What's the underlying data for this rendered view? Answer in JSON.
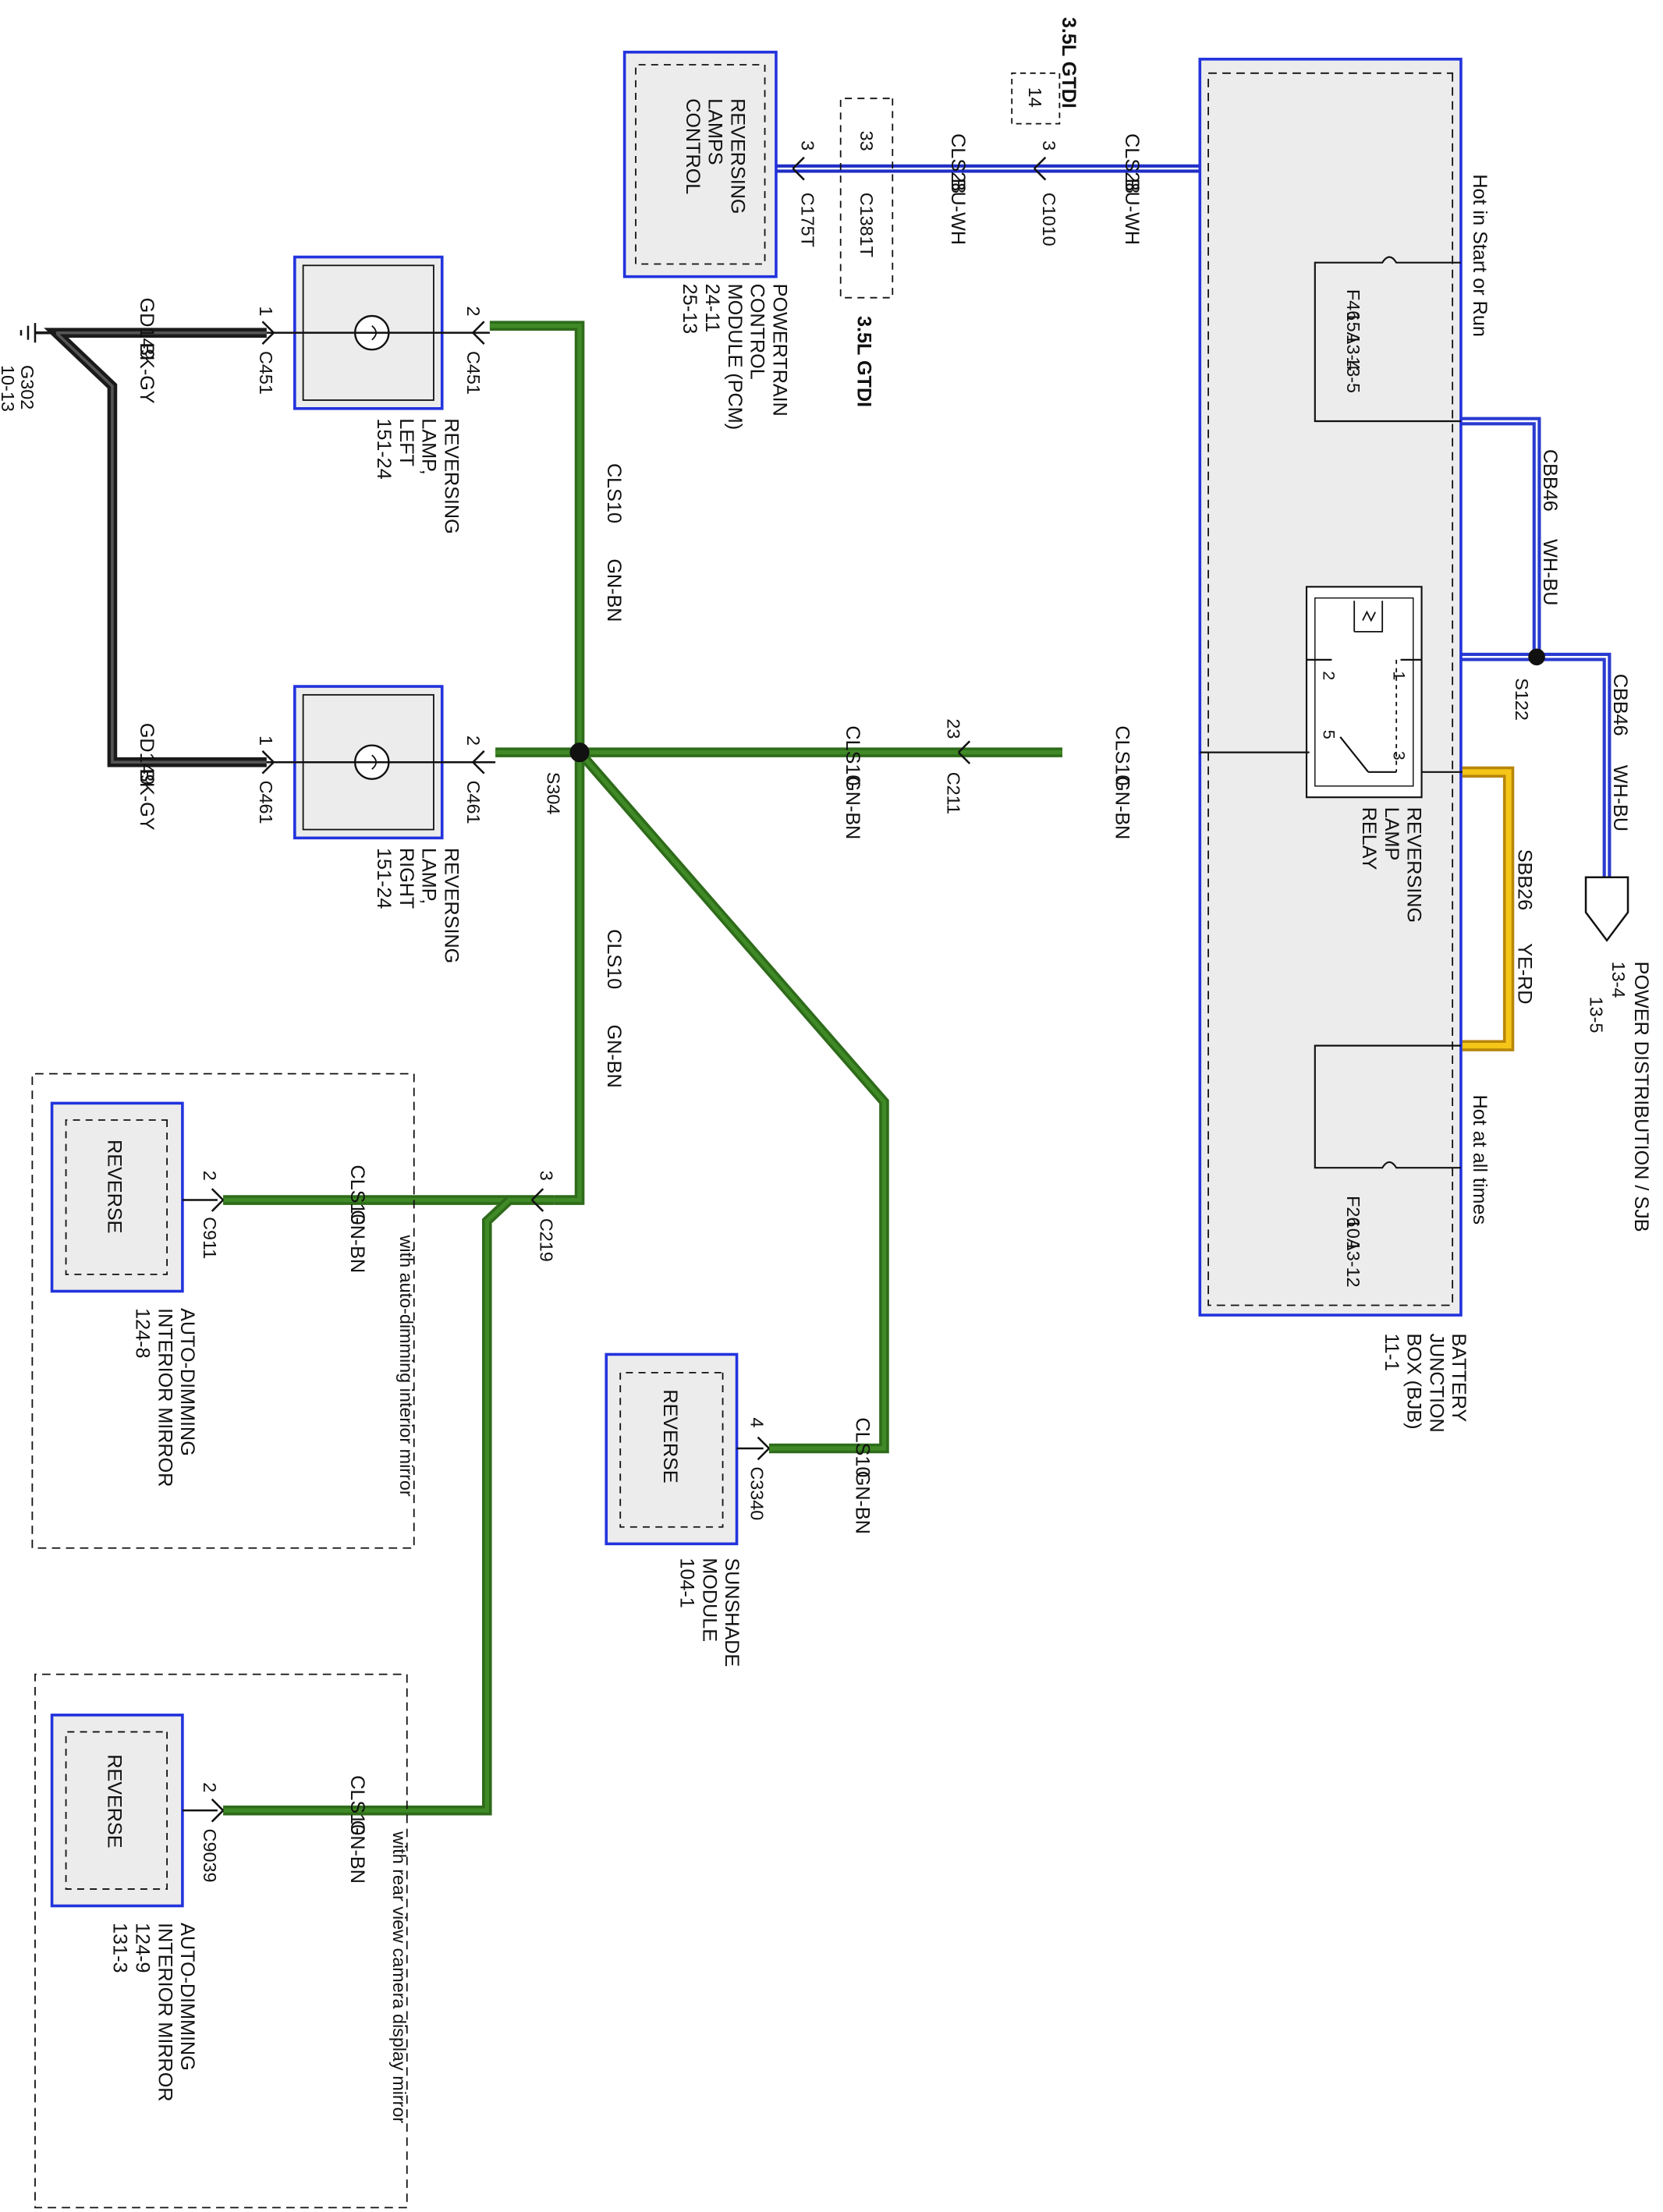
{
  "colors": {
    "gn_bn": "#2e6b1a",
    "bk_gy": "#1a1a1a",
    "bu_wh": "#1f2ec4",
    "wh_bu": "#2a3bd0",
    "ye_rd": "#f5c518",
    "box_border": "#2233dd",
    "box_fill": "#ececec"
  },
  "components": {
    "pcm": {
      "inner_label": [
        "REVERSING",
        "LAMPS",
        "CONTROL"
      ],
      "name_lines": [
        "POWERTRAIN",
        "CONTROL",
        "MODULE (PCM)",
        "24-11",
        "25-13"
      ],
      "pin": "3",
      "connector": "C175T"
    },
    "connector_c1381": {
      "pin": "33",
      "connector": "C1381T",
      "variant": "3.5L GTDI"
    },
    "connector_c1010": {
      "pin": "3",
      "connector": "C1010",
      "variant": "3.5L GTDI",
      "alt_pin": "14"
    },
    "lamp_left": {
      "name_lines": [
        "REVERSING",
        "LAMP,",
        "LEFT",
        "151-24"
      ],
      "pin_in": "2",
      "conn_in": "C451",
      "pin_out": "1",
      "conn_out": "C451"
    },
    "lamp_right": {
      "name_lines": [
        "REVERSING",
        "LAMP,",
        "RIGHT",
        "151-24"
      ],
      "pin_in": "2",
      "conn_in": "C461",
      "pin_out": "1",
      "conn_out": "C461"
    },
    "ground": {
      "name": "G302",
      "page": "10-13"
    },
    "splice_s304": "S304",
    "splice_s122": "S122",
    "c211": {
      "pin": "23",
      "connector": "C211"
    },
    "c219": {
      "pin": "3",
      "connector": "C219"
    },
    "bjb": {
      "name_lines": [
        "BATTERY",
        "JUNCTION",
        "BOX (BJB)",
        "11-1"
      ],
      "hot_start_run": "Hot in Start or Run",
      "hot_all_times": "Hot at all times",
      "f46": [
        "F46",
        "15A",
        "13-4",
        "13-5"
      ],
      "f26": [
        "F26",
        "10A",
        "13-12"
      ],
      "relay_name": [
        "REVERSING",
        "LAMP",
        "RELAY"
      ],
      "relay_pins": {
        "p1": "1",
        "p2": "2",
        "p3": "3",
        "p5": "5"
      }
    },
    "power_dist": {
      "name": "POWER DISTRIBUTION / SJB",
      "pages": [
        "13-4",
        "13-5"
      ]
    },
    "mirror1": {
      "inner_label": "REVERSE",
      "name_lines": [
        "AUTO-DIMMING",
        "INTERIOR MIRROR",
        "124-8"
      ],
      "pin": "2",
      "connector": "C911",
      "option": "with auto-dimming interior mirror"
    },
    "sunshade": {
      "inner_label": "REVERSE",
      "name_lines": [
        "SUNSHADE",
        "MODULE",
        "104-1"
      ],
      "pin": "4",
      "connector": "C3340"
    },
    "mirror2": {
      "inner_label": "REVERSE",
      "name_lines": [
        "AUTO-DIMMING",
        "INTERIOR MIRROR",
        "124-9",
        "131-3"
      ],
      "pin": "2",
      "connector": "C9039",
      "option": "with rear view camera display mirror"
    }
  },
  "wires": {
    "pcm_to_c1010": {
      "circuit": "CLS28",
      "color": "BU-WH"
    },
    "c1010_to_bjb": {
      "circuit": "CLS28",
      "color": "BU-WH"
    },
    "ground_left": {
      "circuit": "GD149",
      "color": "BK-GY"
    },
    "ground_right": {
      "circuit": "GD149",
      "color": "BK-GY"
    },
    "left_lamp_feed": {
      "circuit": "CLS10",
      "color": "GN-BN"
    },
    "s304_to_c211": {
      "circuit": "CLS10",
      "color": "GN-BN"
    },
    "c211_to_bjb": {
      "circuit": "CLS10",
      "color": "GN-BN"
    },
    "s304_to_c219": {
      "circuit": "CLS10",
      "color": "GN-BN"
    },
    "c219_to_mirror1": {
      "circuit": "CLS10",
      "color": "GN-BN"
    },
    "to_sunshade": {
      "circuit": "CLS10",
      "color": "GN-BN"
    },
    "to_mirror2": {
      "circuit": "CLS10",
      "color": "GN-BN"
    },
    "f46_to_s122": {
      "circuit": "CBB46",
      "color": "WH-BU"
    },
    "s122_to_pdist": {
      "circuit": "CBB46",
      "color": "WH-BU"
    },
    "relay_feed": {
      "circuit": "SBB26",
      "color": "YE-RD"
    }
  }
}
